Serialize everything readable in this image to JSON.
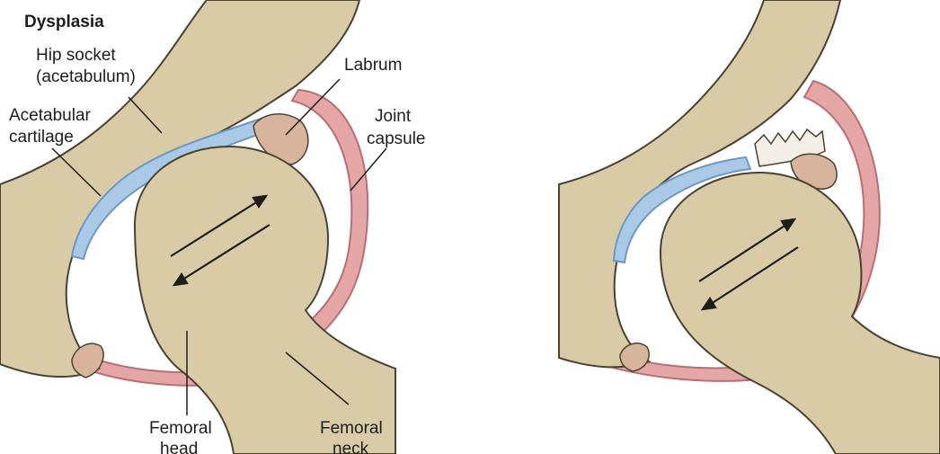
{
  "title": "Dysplasia",
  "labels": {
    "hip_socket_1": "Hip socket",
    "hip_socket_2": "(acetabulum)",
    "acetabular_cartilage_1": "Acetabular",
    "acetabular_cartilage_2": "cartilage",
    "labrum": "Labrum",
    "joint_capsule_1": "Joint",
    "joint_capsule_2": "capsule",
    "femoral_head_1": "Femoral",
    "femoral_head_2": "head",
    "femoral_neck_1": "Femoral",
    "femoral_neck_2": "neck"
  },
  "colors": {
    "bone": "#d8cba6",
    "bone_shade": "#b9ab84",
    "cartilage": "#a9c9e6",
    "cartilage_edge": "#6d98c4",
    "capsule": "#e5a6a6",
    "capsule_edge": "#b86e72",
    "labrum": "#d9b49c",
    "torn_labrum": "#f3efe6",
    "outline": "#4a4232",
    "text": "#1d1d1b"
  },
  "icons": [
    "double-arrow-icon",
    "double-arrow-icon"
  ]
}
